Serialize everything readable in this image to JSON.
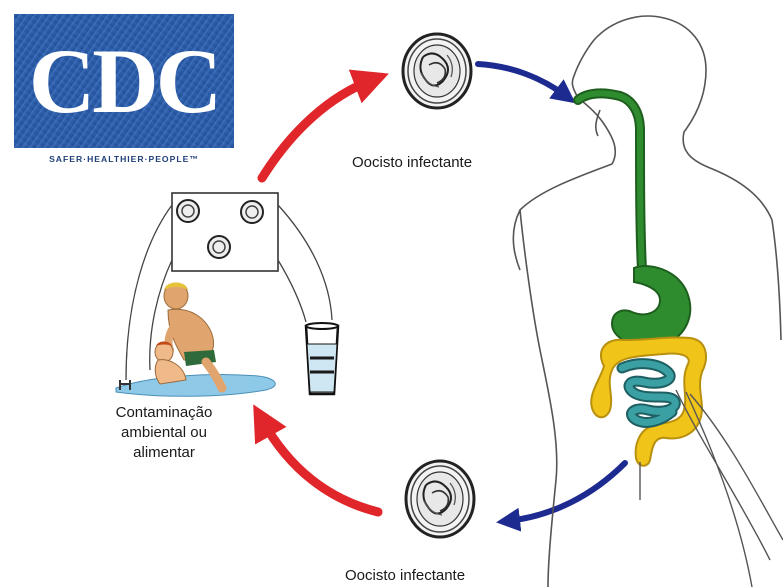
{
  "logo": {
    "name": "CDC",
    "tagline": "SAFER·HEALTHIER·PEOPLE™",
    "colors": {
      "blue": "#2b5aa6",
      "text": "#ffffff",
      "tagline": "#1f3f7a"
    }
  },
  "labels": {
    "oocyst_top": "Oocisto infectante",
    "oocyst_bottom": "Oocisto infectante",
    "environment_line1": "Contaminação",
    "environment_line2": "ambiental ou",
    "environment_line3": "alimentar"
  },
  "colors": {
    "arrow_red": "#e0262b",
    "arrow_blue": "#1d2a8f",
    "esophagus_stomach": "#2e8b2e",
    "small_intestine": "#2f8f92",
    "colon": "#f0c419",
    "outline": "#555555"
  }
}
